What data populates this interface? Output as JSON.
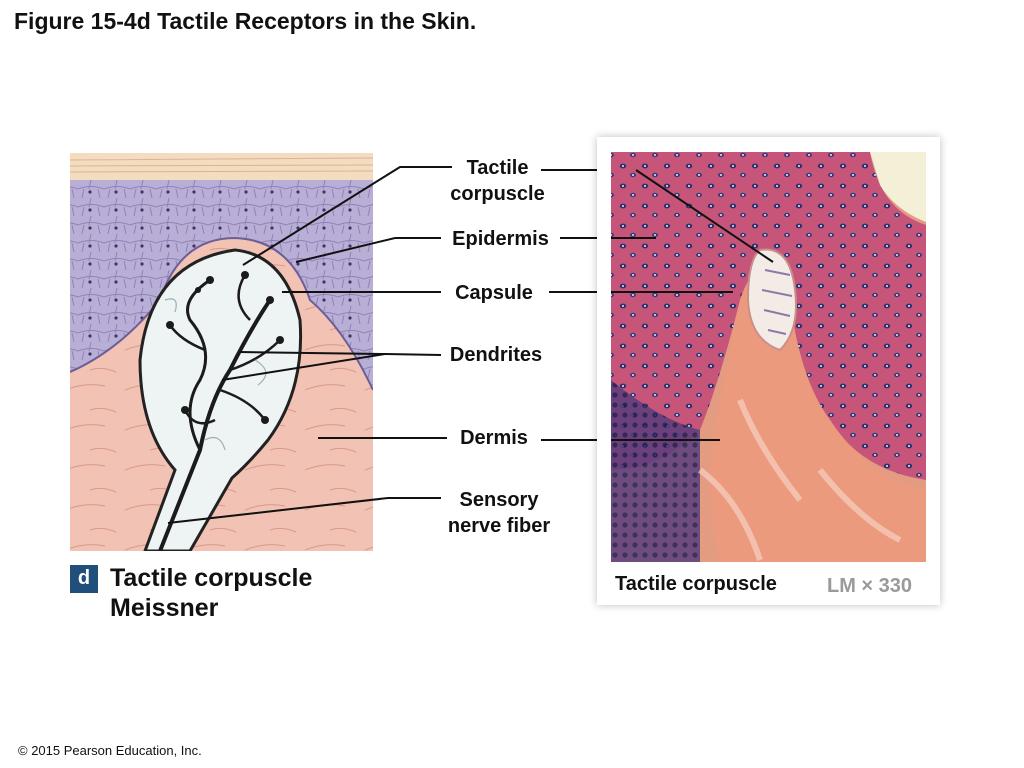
{
  "title": "Figure 15-4d Tactile Receptors in the Skin.",
  "labels": {
    "tactile_corpuscle": "Tactile corpuscle",
    "epidermis": "Epidermis",
    "capsule": "Capsule",
    "dendrites": "Dendrites",
    "dermis": "Dermis",
    "sensory_nerve_fiber": "Sensory nerve fiber"
  },
  "panel": {
    "letter": "d",
    "title_line1": "Tactile corpuscle",
    "title_line2": "Meissner"
  },
  "micrograph": {
    "caption": "Tactile corpuscle",
    "magnification": "LM × 330"
  },
  "copyright": "© 2015 Pearson Education, Inc.",
  "colors": {
    "panel_badge": "#1f4f7a",
    "epidermis": "#b9aed6",
    "dermis": "#f2c2b4",
    "stratum_corneum": "#f3dcc0",
    "corpuscle_fill": "#eef3f3"
  }
}
